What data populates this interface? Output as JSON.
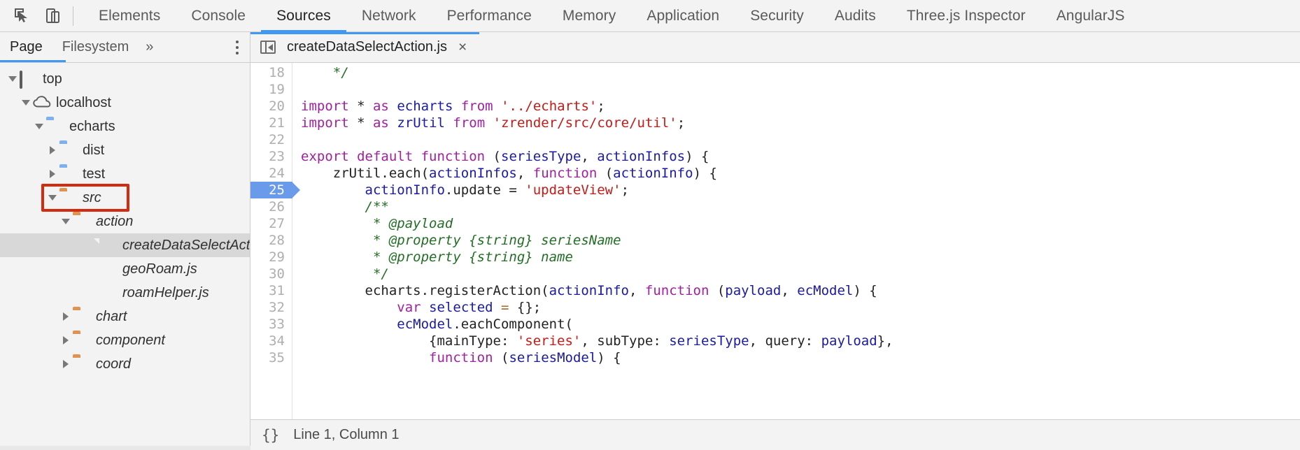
{
  "toolbar": {
    "inspect_icon": "inspect-cursor-icon",
    "device_icon": "device-toolbar-icon",
    "tabs": [
      {
        "label": "Elements",
        "active": false
      },
      {
        "label": "Console",
        "active": false
      },
      {
        "label": "Sources",
        "active": true
      },
      {
        "label": "Network",
        "active": false
      },
      {
        "label": "Performance",
        "active": false
      },
      {
        "label": "Memory",
        "active": false
      },
      {
        "label": "Application",
        "active": false
      },
      {
        "label": "Security",
        "active": false
      },
      {
        "label": "Audits",
        "active": false
      },
      {
        "label": "Three.js Inspector",
        "active": false
      },
      {
        "label": "AngularJS",
        "active": false
      }
    ]
  },
  "navigator": {
    "tabs": [
      {
        "label": "Page",
        "active": true
      },
      {
        "label": "Filesystem",
        "active": false
      }
    ],
    "more_label": "»",
    "menu_icon": "kebab-menu-icon",
    "tree": [
      {
        "label": "top",
        "icon": "frame-icon",
        "twisty": "open",
        "indent": 0,
        "italic": false,
        "selected": false
      },
      {
        "label": "localhost",
        "icon": "cloud-icon",
        "twisty": "open",
        "indent": 1,
        "italic": false,
        "selected": false
      },
      {
        "label": "echarts",
        "icon": "folder-blue",
        "twisty": "open",
        "indent": 2,
        "italic": false,
        "selected": false
      },
      {
        "label": "dist",
        "icon": "folder-blue",
        "twisty": "closed",
        "indent": 3,
        "italic": false,
        "selected": false
      },
      {
        "label": "test",
        "icon": "folder-blue",
        "twisty": "closed",
        "indent": 3,
        "italic": false,
        "selected": false
      },
      {
        "label": "src",
        "icon": "folder-orange",
        "twisty": "open",
        "indent": 3,
        "italic": true,
        "selected": false,
        "highlighted": true
      },
      {
        "label": "action",
        "icon": "folder-orange",
        "twisty": "open",
        "indent": 4,
        "italic": true,
        "selected": false
      },
      {
        "label": "createDataSelectActi",
        "icon": "file-js",
        "twisty": "none",
        "indent": 6,
        "italic": true,
        "selected": true
      },
      {
        "label": "geoRoam.js",
        "icon": "file-js",
        "twisty": "none",
        "indent": 6,
        "italic": true,
        "selected": false
      },
      {
        "label": "roamHelper.js",
        "icon": "file-js",
        "twisty": "none",
        "indent": 6,
        "italic": true,
        "selected": false
      },
      {
        "label": "chart",
        "icon": "folder-orange",
        "twisty": "closed",
        "indent": 4,
        "italic": true,
        "selected": false
      },
      {
        "label": "component",
        "icon": "folder-orange",
        "twisty": "closed",
        "indent": 4,
        "italic": true,
        "selected": false
      },
      {
        "label": "coord",
        "icon": "folder-orange",
        "twisty": "closed",
        "indent": 4,
        "italic": true,
        "selected": false
      }
    ]
  },
  "editor": {
    "sidebar_toggle_icon": "show-navigator-icon",
    "file_tab": {
      "name": "createDataSelectAction.js",
      "close_label": "×"
    },
    "current_line": 25,
    "lines": [
      {
        "n": 18,
        "tokens": [
          {
            "t": "    ",
            "c": "plain"
          },
          {
            "t": "*/",
            "c": "com"
          }
        ]
      },
      {
        "n": 19,
        "tokens": []
      },
      {
        "n": 20,
        "tokens": [
          {
            "t": "import",
            "c": "kw"
          },
          {
            "t": " * ",
            "c": "plain"
          },
          {
            "t": "as",
            "c": "kw"
          },
          {
            "t": " ",
            "c": "plain"
          },
          {
            "t": "echarts",
            "c": "var"
          },
          {
            "t": " ",
            "c": "plain"
          },
          {
            "t": "from",
            "c": "kw"
          },
          {
            "t": " ",
            "c": "plain"
          },
          {
            "t": "'../echarts'",
            "c": "str"
          },
          {
            "t": ";",
            "c": "plain"
          }
        ]
      },
      {
        "n": 21,
        "tokens": [
          {
            "t": "import",
            "c": "kw"
          },
          {
            "t": " * ",
            "c": "plain"
          },
          {
            "t": "as",
            "c": "kw"
          },
          {
            "t": " ",
            "c": "plain"
          },
          {
            "t": "zrUtil",
            "c": "var"
          },
          {
            "t": " ",
            "c": "plain"
          },
          {
            "t": "from",
            "c": "kw"
          },
          {
            "t": " ",
            "c": "plain"
          },
          {
            "t": "'zrender/src/core/util'",
            "c": "str"
          },
          {
            "t": ";",
            "c": "plain"
          }
        ]
      },
      {
        "n": 22,
        "tokens": []
      },
      {
        "n": 23,
        "tokens": [
          {
            "t": "export default function",
            "c": "kw"
          },
          {
            "t": " (",
            "c": "plain"
          },
          {
            "t": "seriesType",
            "c": "var"
          },
          {
            "t": ", ",
            "c": "plain"
          },
          {
            "t": "actionInfos",
            "c": "var"
          },
          {
            "t": ") {",
            "c": "plain"
          }
        ]
      },
      {
        "n": 24,
        "tokens": [
          {
            "t": "    zrUtil.each(",
            "c": "plain"
          },
          {
            "t": "actionInfos",
            "c": "var"
          },
          {
            "t": ", ",
            "c": "plain"
          },
          {
            "t": "function",
            "c": "kw"
          },
          {
            "t": " (",
            "c": "plain"
          },
          {
            "t": "actionInfo",
            "c": "var"
          },
          {
            "t": ") {",
            "c": "plain"
          }
        ]
      },
      {
        "n": 25,
        "tokens": [
          {
            "t": "        ",
            "c": "plain"
          },
          {
            "t": "actionInfo",
            "c": "var"
          },
          {
            "t": ".update = ",
            "c": "plain"
          },
          {
            "t": "'updateView'",
            "c": "str"
          },
          {
            "t": ";",
            "c": "plain"
          }
        ]
      },
      {
        "n": 26,
        "tokens": [
          {
            "t": "        /**",
            "c": "com"
          }
        ]
      },
      {
        "n": 27,
        "tokens": [
          {
            "t": "         * @payload",
            "c": "com"
          }
        ]
      },
      {
        "n": 28,
        "tokens": [
          {
            "t": "         * @property {string} seriesName",
            "c": "com"
          }
        ]
      },
      {
        "n": 29,
        "tokens": [
          {
            "t": "         * @property {string} name",
            "c": "com"
          }
        ]
      },
      {
        "n": 30,
        "tokens": [
          {
            "t": "         */",
            "c": "com"
          }
        ]
      },
      {
        "n": 31,
        "tokens": [
          {
            "t": "        echarts.registerAction(",
            "c": "plain"
          },
          {
            "t": "actionInfo",
            "c": "var"
          },
          {
            "t": ", ",
            "c": "plain"
          },
          {
            "t": "function",
            "c": "kw"
          },
          {
            "t": " (",
            "c": "plain"
          },
          {
            "t": "payload",
            "c": "var"
          },
          {
            "t": ", ",
            "c": "plain"
          },
          {
            "t": "ecModel",
            "c": "var"
          },
          {
            "t": ") {",
            "c": "plain"
          }
        ]
      },
      {
        "n": 32,
        "tokens": [
          {
            "t": "            ",
            "c": "plain"
          },
          {
            "t": "var",
            "c": "kw"
          },
          {
            "t": " ",
            "c": "plain"
          },
          {
            "t": "selected",
            "c": "var"
          },
          {
            "t": " ",
            "c": "plain"
          },
          {
            "t": "=",
            "c": "op"
          },
          {
            "t": " {};",
            "c": "plain"
          }
        ]
      },
      {
        "n": 33,
        "tokens": [
          {
            "t": "            ",
            "c": "plain"
          },
          {
            "t": "ecModel",
            "c": "var"
          },
          {
            "t": ".eachComponent(",
            "c": "plain"
          }
        ]
      },
      {
        "n": 34,
        "tokens": [
          {
            "t": "                {mainType: ",
            "c": "plain"
          },
          {
            "t": "'series'",
            "c": "str"
          },
          {
            "t": ", subType: ",
            "c": "plain"
          },
          {
            "t": "seriesType",
            "c": "var"
          },
          {
            "t": ", query: ",
            "c": "plain"
          },
          {
            "t": "payload",
            "c": "var"
          },
          {
            "t": "},",
            "c": "plain"
          }
        ]
      },
      {
        "n": 35,
        "tokens": [
          {
            "t": "                ",
            "c": "plain"
          },
          {
            "t": "function",
            "c": "kw"
          },
          {
            "t": " (",
            "c": "plain"
          },
          {
            "t": "seriesModel",
            "c": "var"
          },
          {
            "t": ") {",
            "c": "plain"
          }
        ]
      }
    ]
  },
  "status": {
    "pretty_print_label": "{}",
    "text": "Line 1, Column 1"
  },
  "colors": {
    "accent": "#4098f2",
    "highlight_box": "#d42a10",
    "current_line_gutter": "#6a9aea",
    "folder_blue": "#7cb0ee",
    "folder_orange": "#df9350",
    "file_yellow": "#e0d06a",
    "keyword": "#a020a0",
    "variable": "#1a1aa6",
    "string": "#c41a16",
    "comment": "#236e25"
  }
}
